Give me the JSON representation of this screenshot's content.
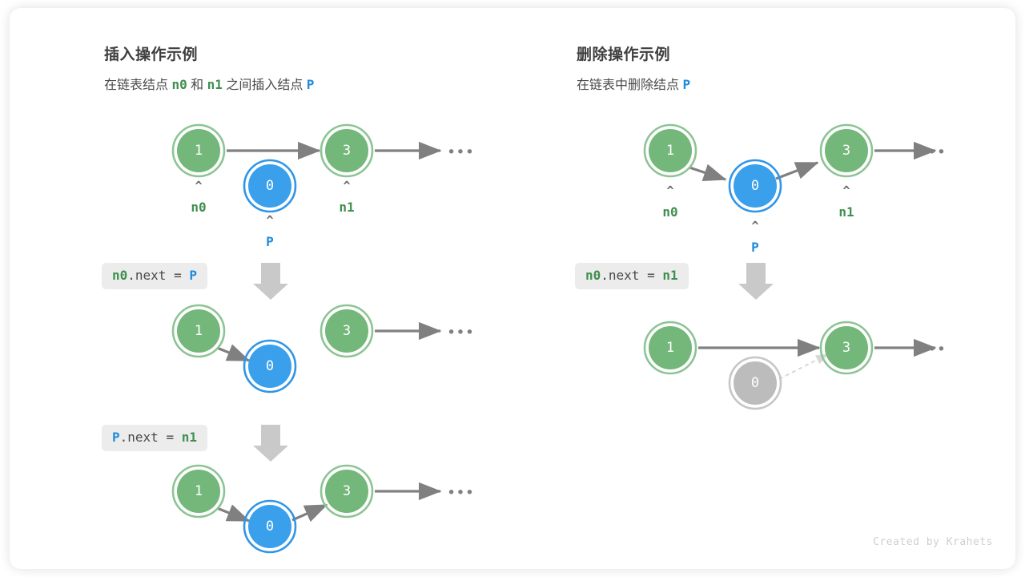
{
  "colors": {
    "node_green_fill": "#74b77a",
    "node_green_ring": "#8cc494",
    "node_blue_fill": "#3ba0ec",
    "node_blue_ring": "#2f95e8",
    "node_gray_fill": "#bcbcbc",
    "node_gray_ring": "#c6c6c6",
    "arrow_gray": "#808080",
    "arrow_faded": "#d8d8d8",
    "label_green": "#3f8f4f",
    "label_blue": "#1f8bdb",
    "codebox_bg": "#ececec",
    "text_dark": "#3f3f3f",
    "credit_gray": "#cfcfcf"
  },
  "left_panel": {
    "title": "插入操作示例",
    "subtitle_parts": [
      {
        "text": "在链表结点 ",
        "style": "plain"
      },
      {
        "text": "n0",
        "style": "green"
      },
      {
        "text": " 和 ",
        "style": "plain"
      },
      {
        "text": "n1",
        "style": "green"
      },
      {
        "text": " 之间插入结点 ",
        "style": "plain"
      },
      {
        "text": "P",
        "style": "blue"
      }
    ],
    "steps": [
      {
        "code_parts": [
          {
            "text": "n0",
            "style": "green"
          },
          {
            "text": ".next = ",
            "style": "plain"
          },
          {
            "text": "P",
            "style": "blue"
          }
        ]
      },
      {
        "code_parts": [
          {
            "text": "P",
            "style": "blue"
          },
          {
            "text": ".next = ",
            "style": "plain"
          },
          {
            "text": "n1",
            "style": "green"
          }
        ]
      }
    ],
    "rows": [
      {
        "name": "initial-state",
        "nodes": [
          {
            "value": "1",
            "color": "green",
            "pointer": "n0",
            "pointer_color": "green"
          },
          {
            "value": "0",
            "color": "blue",
            "pointer": "P",
            "pointer_color": "blue"
          },
          {
            "value": "3",
            "color": "green",
            "pointer": "n1",
            "pointer_color": "green"
          }
        ],
        "ellipsis": "•••"
      },
      {
        "name": "after-n0-next-p",
        "nodes": [
          {
            "value": "1",
            "color": "green"
          },
          {
            "value": "0",
            "color": "blue"
          },
          {
            "value": "3",
            "color": "green"
          }
        ],
        "ellipsis": "•••"
      },
      {
        "name": "after-p-next-n1",
        "nodes": [
          {
            "value": "1",
            "color": "green"
          },
          {
            "value": "0",
            "color": "blue"
          },
          {
            "value": "3",
            "color": "green"
          }
        ],
        "ellipsis": "•••"
      }
    ]
  },
  "right_panel": {
    "title": "删除操作示例",
    "subtitle_parts": [
      {
        "text": "在链表中删除结点 ",
        "style": "plain"
      },
      {
        "text": "P",
        "style": "blue"
      }
    ],
    "steps": [
      {
        "code_parts": [
          {
            "text": "n0",
            "style": "green"
          },
          {
            "text": ".next = ",
            "style": "plain"
          },
          {
            "text": "n1",
            "style": "green"
          }
        ]
      }
    ],
    "rows": [
      {
        "name": "initial-state",
        "nodes": [
          {
            "value": "1",
            "color": "green",
            "pointer": "n0",
            "pointer_color": "green"
          },
          {
            "value": "0",
            "color": "blue",
            "pointer": "P",
            "pointer_color": "blue"
          },
          {
            "value": "3",
            "color": "green",
            "pointer": "n1",
            "pointer_color": "green"
          }
        ],
        "ellipsis": "•••"
      },
      {
        "name": "after-delete",
        "nodes": [
          {
            "value": "1",
            "color": "green"
          },
          {
            "value": "0",
            "color": "gray"
          },
          {
            "value": "3",
            "color": "green"
          }
        ],
        "ellipsis": "•••"
      }
    ]
  },
  "credit": "Created by Krahets"
}
